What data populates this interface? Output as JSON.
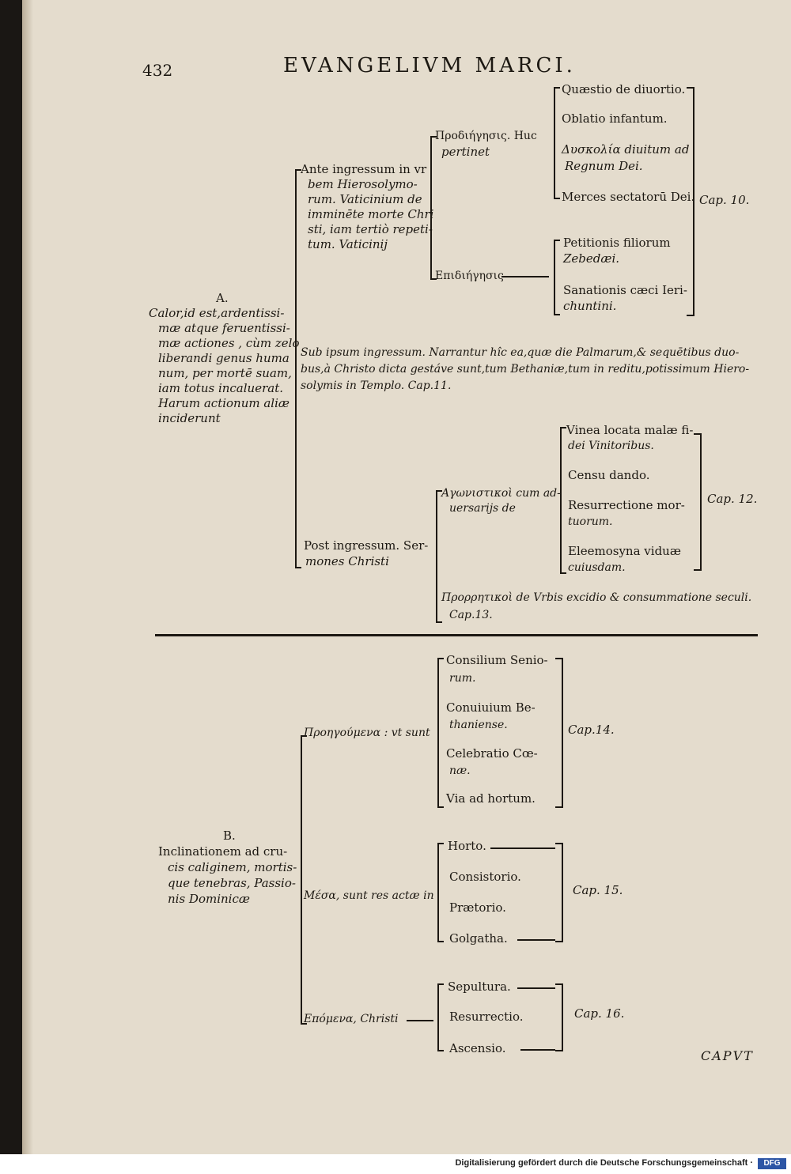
{
  "header": {
    "page_number": "432",
    "running_title": "EVANGELIVM MARCI."
  },
  "section_a": {
    "label": "A.",
    "main_lines": [
      "Calor,id est,ardentissi-",
      "mæ atque feruentissi-",
      "mæ actiones , cùm zelo",
      "liberandi genus huma",
      "num, per mortē suam,",
      "iam totus incaluerat.",
      "Harum actionum aliæ",
      "inciderunt"
    ],
    "ante": [
      "Ante ingressum in vr",
      "bem Hierosolymo-",
      "rum. Vaticinium de",
      "imminēte morte Chri",
      "sti, iam tertiò repeti-",
      "tum. Vaticinij"
    ],
    "prodiegesis": [
      "Προδιήγησις. Huc",
      "pertinet"
    ],
    "epidiegesis": "Επιδιήγησις",
    "cap10_items": [
      "Quæstio de diuortio.",
      "Oblatio infantum.",
      "Δυσκολία diuitum ad",
      "Regnum Dei.",
      "Merces sectatorū Dei."
    ],
    "cap10": "Cap. 10.",
    "petitio_items": [
      "Petitionis filiorum",
      "Zebedæi.",
      "Sanationis cæci Ieri-",
      "chuntini."
    ],
    "sub_lines": [
      "Sub ipsum ingressum. Narrantur hîc ea,quæ die Palmarum,& sequētibus duo-",
      "bus,à Christo dicta gestáve sunt,tum Bethaniæ,tum in reditu,potissimum Hiero-",
      "solymis in Templo. Cap.11."
    ],
    "post": [
      "Post ingressum. Ser-",
      "mones Christi"
    ],
    "agonistikoi": [
      "Αγωνιστικοὶ cum ad-",
      "uersarijs de"
    ],
    "cap12_items": [
      "Vinea locata malæ fi-",
      "dei Vinitoribus.",
      "Censu dando.",
      "Resurrectione mor-",
      "tuorum.",
      "Eleemosyna viduæ",
      "cuiusdam."
    ],
    "cap12": "Cap. 12.",
    "prorrhetikoi": [
      "Προρρητικοὶ de Vrbis excidio & consummatione seculi.",
      "Cap.13."
    ]
  },
  "section_b": {
    "label": "B.",
    "main_lines": [
      "Inclinationem ad cru-",
      "cis caliginem, mortis-",
      "que tenebras, Passio-",
      "nis Dominicæ"
    ],
    "proegoumena": "Προηγούμενα : vt sunt",
    "cap14_items": [
      "Consilium Senio-",
      "rum.",
      "Conuiuium Be-",
      "thaniense.",
      "Celebratio Cœ-",
      "næ.",
      "Via ad hortum."
    ],
    "cap14": "Cap.14.",
    "mesa": "Μέσα, sunt res actæ in",
    "cap15_items": [
      "Horto.",
      "Consistorio.",
      "Prætorio.",
      "Golgatha."
    ],
    "cap15": "Cap. 15.",
    "epomena": "Επόμενα, Christi",
    "cap16_items": [
      "Sepultura.",
      "Resurrectio.",
      "Ascensio."
    ],
    "cap16": "Cap. 16."
  },
  "catchword": "CAPVT",
  "footer": {
    "credit": "Digitalisierung gefördert durch die Deutsche Forschungsgemeinschaft ·",
    "logo": "DFG"
  }
}
